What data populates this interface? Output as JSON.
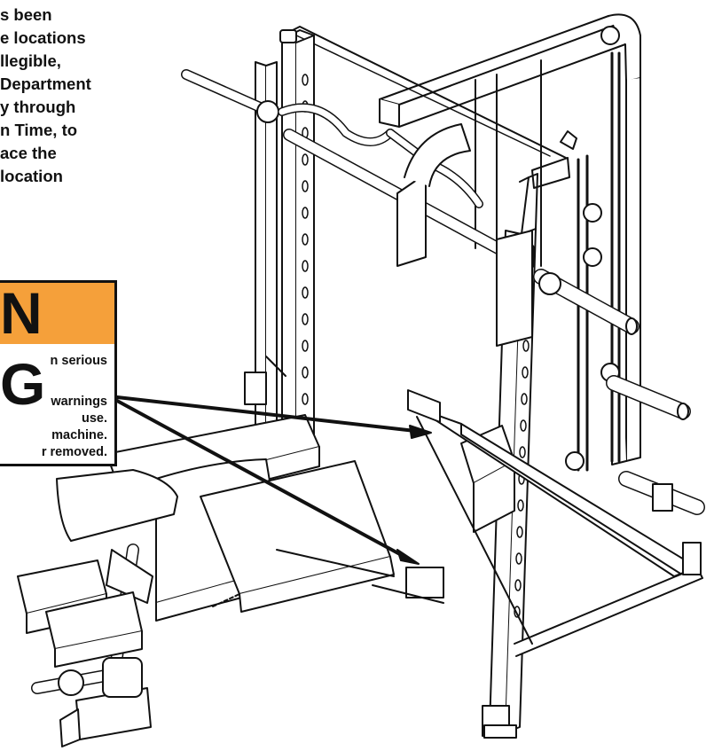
{
  "intro_text": {
    "lines": [
      "s been",
      "e locations",
      "llegible,",
      "Department",
      "y through",
      "n Time, to",
      "ace the",
      "location"
    ]
  },
  "warning_label": {
    "heading": "N G",
    "band_color": "#f5a03a",
    "lines": [
      "n serious",
      "warnings",
      "use.",
      "machine.",
      "r removed."
    ]
  },
  "illustration": {
    "subject": "smith-machine-with-bench-icon"
  }
}
